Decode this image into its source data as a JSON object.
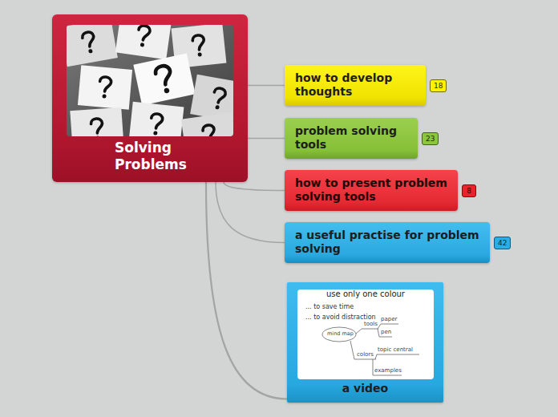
{
  "diagram": {
    "nodes": [
      {
        "text": [
          "Solving Problems"
        ]
      },
      {
        "text": [
          "how to develop thoughts"
        ]
      },
      {
        "text": [
          "problem solving tools"
        ]
      },
      {
        "text": [
          "how to present problem solving tools"
        ]
      },
      {
        "text": [
          "a useful practise for problem solving"
        ]
      },
      {
        "text": [
          "a video"
        ]
      }
    ],
    "edges": [
      {
        "from": 0,
        "to": 1,
        "arrow": "none"
      },
      {
        "from": 0,
        "to": 2,
        "arrow": "none"
      },
      {
        "from": 0,
        "to": 3,
        "arrow": "none"
      },
      {
        "from": 0,
        "to": 4,
        "arrow": "none"
      },
      {
        "from": 0,
        "to": 5,
        "arrow": "none"
      }
    ],
    "labels": [
      "18",
      "23",
      "8",
      "42",
      "use only one colour",
      "... to save time",
      "... to avoid distraction",
      "mind map",
      "tools",
      "paper",
      "pen",
      "colors",
      "topic central",
      "examples"
    ]
  }
}
